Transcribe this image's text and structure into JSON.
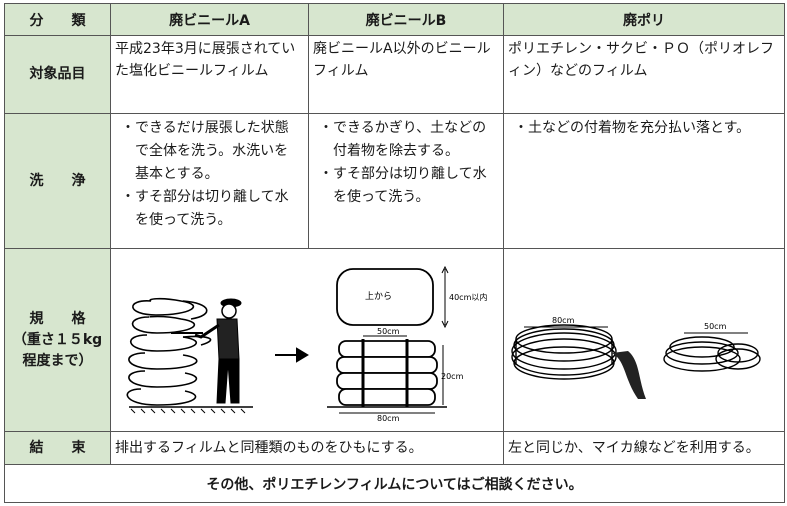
{
  "header": {
    "category": "分　　類",
    "col_a": "廃ビニールA",
    "col_b": "廃ビニールB",
    "col_c": "廃ポリ"
  },
  "rows": {
    "target": {
      "label": "対象品目",
      "a": "平成23年3月に展張されていた塩化ビニールフィルム",
      "b": "廃ビニールA以外のビニールフィルム",
      "c": "ポリエチレン・サクビ・ＰＯ（ポリオレフィン）などのフィルム"
    },
    "wash": {
      "label": "洗　　浄",
      "a_items": [
        "・できるだけ展張した状態で全体を洗う。水洗いを基本とする。",
        "・すそ部分は切り離して水を使って洗う。"
      ],
      "b_items": [
        "・できるかぎり、土などの付着物を除去する。",
        "・すそ部分は切り離して水を使って洗う。"
      ],
      "c_items": [
        "・土などの付着物を充分払い落とす。"
      ]
    },
    "spec": {
      "label_line1": "規　　格",
      "label_line2": "（重さ１５kg",
      "label_line3": "程度まで）",
      "fig_top_label": "上から",
      "fig_top_dim": "40cm以内",
      "fig_bundle_width": "50cm",
      "fig_bundle_height": "20cm",
      "fig_bundle_depth": "80cm",
      "fig_poly_roll": "80cm",
      "fig_poly_coil": "50cm"
    },
    "bind": {
      "label": "結　　束",
      "ab": "排出するフィルムと同種類のものをひもにする。",
      "c": "左と同じか、マイカ線などを利用する。"
    }
  },
  "footer": "その他、ポリエチレンフィルムについてはご相談ください。"
}
